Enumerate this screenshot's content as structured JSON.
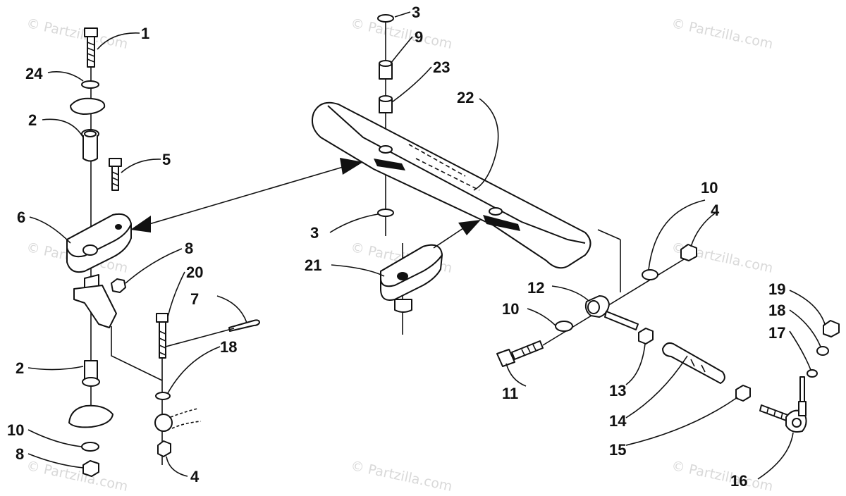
{
  "watermark": "© Partzilla.com",
  "callouts": {
    "c1": "1",
    "c24": "24",
    "c2a": "2",
    "c5": "5",
    "c6": "6",
    "c8a": "8",
    "c20": "20",
    "c7": "7",
    "c18a": "18",
    "c2b": "2",
    "c10a": "10",
    "c8b": "8",
    "c4a": "4",
    "c3a": "3",
    "c9": "9",
    "c23": "23",
    "c22": "22",
    "c3b": "3",
    "c21": "21",
    "c10b": "10",
    "c4b": "4",
    "c12": "12",
    "c10c": "10",
    "c11": "11",
    "c13": "13",
    "c14": "14",
    "c15": "15",
    "c16": "16",
    "c19": "19",
    "c18b": "18",
    "c17": "17"
  }
}
